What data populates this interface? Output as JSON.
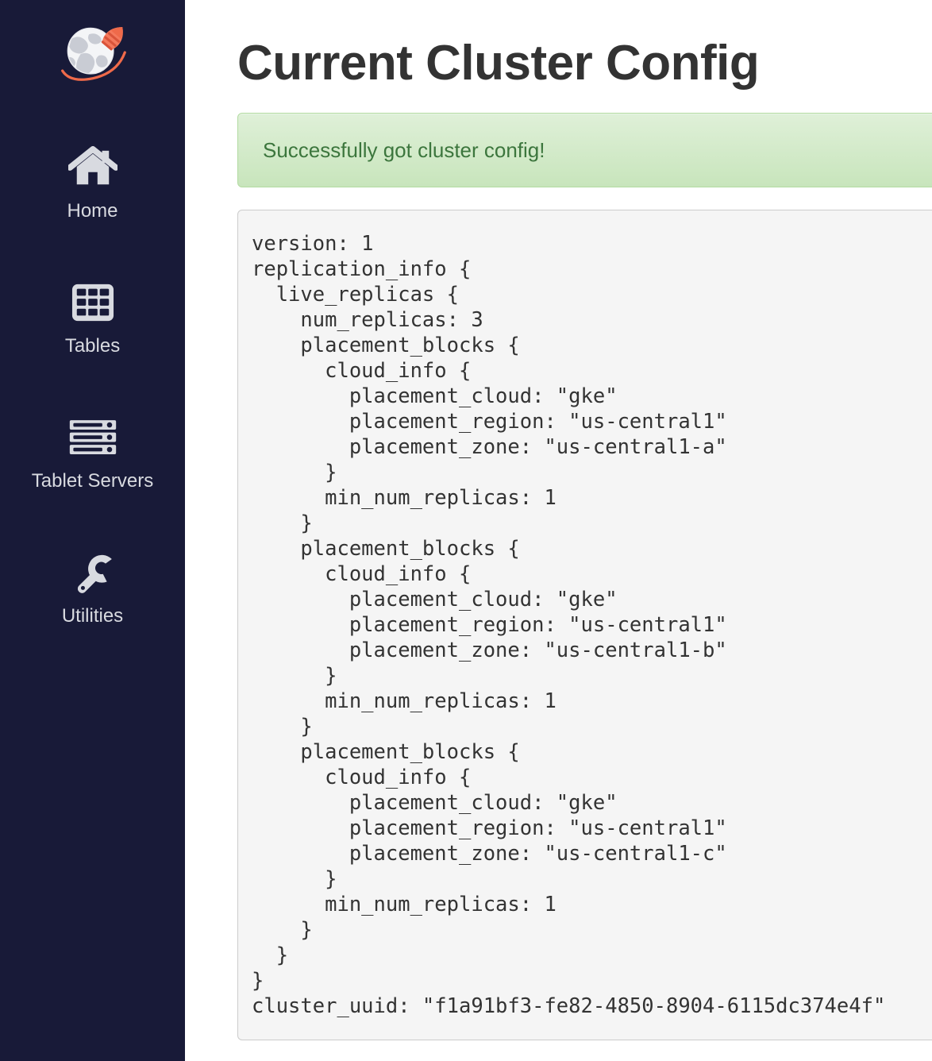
{
  "sidebar": {
    "logo": {
      "icon": "globe-rocket-logo",
      "alt": "YugabyteDB logo"
    },
    "background_color": "#181a38",
    "items": [
      {
        "label": "Home",
        "icon": "home-icon"
      },
      {
        "label": "Tables",
        "icon": "table-grid-icon"
      },
      {
        "label": "Tablet Servers",
        "icon": "server-rack-icon"
      },
      {
        "label": "Utilities",
        "icon": "wrench-icon"
      }
    ]
  },
  "main": {
    "page_title": "Current Cluster Config",
    "alert": {
      "text": "Successfully got cluster config!",
      "type": "success",
      "text_color": "#3c763d",
      "background_color": "#dff0d8",
      "border_color": "#b2dba1"
    },
    "config_text": "version: 1\nreplication_info {\n  live_replicas {\n    num_replicas: 3\n    placement_blocks {\n      cloud_info {\n        placement_cloud: \"gke\"\n        placement_region: \"us-central1\"\n        placement_zone: \"us-central1-a\"\n      }\n      min_num_replicas: 1\n    }\n    placement_blocks {\n      cloud_info {\n        placement_cloud: \"gke\"\n        placement_region: \"us-central1\"\n        placement_zone: \"us-central1-b\"\n      }\n      min_num_replicas: 1\n    }\n    placement_blocks {\n      cloud_info {\n        placement_cloud: \"gke\"\n        placement_region: \"us-central1\"\n        placement_zone: \"us-central1-c\"\n      }\n      min_num_replicas: 1\n    }\n  }\n}\ncluster_uuid: \"f1a91bf3-fe82-4850-8904-6115dc374e4f\"",
    "config_values": {
      "version": 1,
      "num_replicas": 3,
      "placement_cloud": "gke",
      "placement_region": "us-central1",
      "placement_zones": [
        "us-central1-a",
        "us-central1-b",
        "us-central1-c"
      ],
      "min_num_replicas": 1,
      "cluster_uuid": "f1a91bf3-fe82-4850-8904-6115dc374e4f"
    },
    "code_background_color": "#f5f5f5",
    "code_border_color": "#cccccc"
  }
}
